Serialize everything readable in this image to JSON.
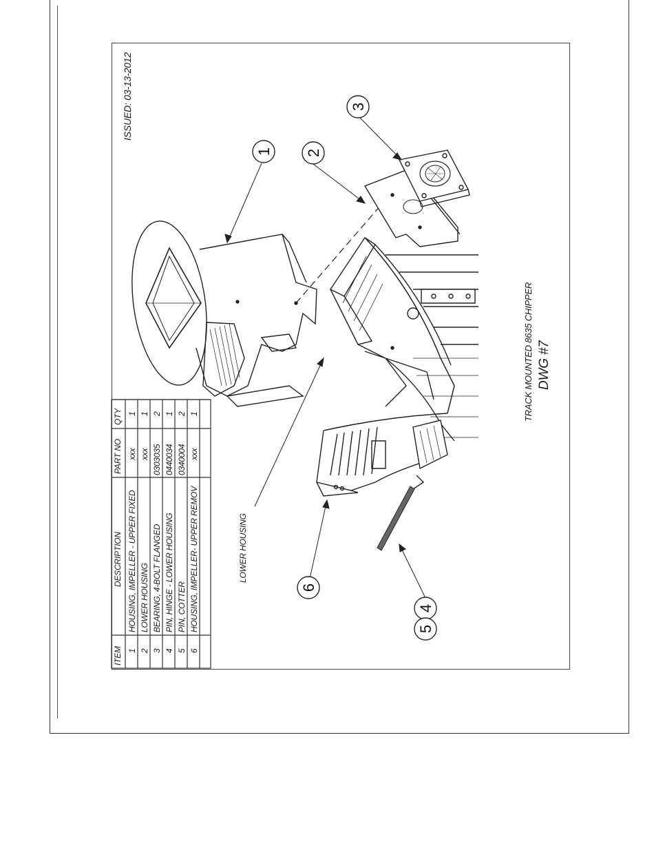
{
  "drawing": {
    "issued": "ISSUED: 03-13-2012",
    "machine": "TRACK MOUNTED 8635 CHIPPER",
    "dwg": "DWG #7",
    "callout_lower_housing": "LOWER HOUSING"
  },
  "parts_table": {
    "headers": {
      "item": "ITEM",
      "description": "DESCRIPTION",
      "part_no": "PART NO",
      "qty": "QTY"
    },
    "rows": [
      {
        "item": "1",
        "description": "HOUSING, IMPELLER - UPPER FIXED",
        "part_no": "xxx",
        "qty": "1"
      },
      {
        "item": "2",
        "description": "LOWER HOUSING",
        "part_no": "xxx",
        "qty": "1"
      },
      {
        "item": "3",
        "description": "BEARING, 4-BOLT FLANGED",
        "part_no": "0303035",
        "qty": "2"
      },
      {
        "item": "4",
        "description": "PIN, HINGE - LOWER HOUSING",
        "part_no": "0440034",
        "qty": "1"
      },
      {
        "item": "5",
        "description": "PIN, COTTER",
        "part_no": "0340004",
        "qty": "2"
      },
      {
        "item": "6",
        "description": "HOUSING, IMPELLER- UPPER REMOV",
        "part_no": "xxx",
        "qty": "1"
      }
    ]
  },
  "balloons": [
    "1",
    "2",
    "3",
    "6",
    "4",
    "5"
  ]
}
